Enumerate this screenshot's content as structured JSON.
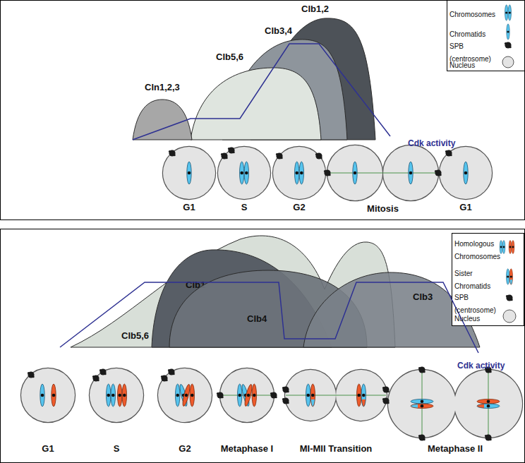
{
  "diagram": {
    "nodes": [
      {
        "text": [
          "Cln1,2,3"
        ]
      },
      {
        "text": [
          "Clb5,6"
        ]
      },
      {
        "text": [
          "Clb3,4"
        ]
      },
      {
        "text": [
          "Clb1,2"
        ]
      },
      {
        "text": [
          "G1"
        ]
      },
      {
        "text": [
          "S"
        ]
      },
      {
        "text": [
          "G2"
        ]
      },
      {
        "text": [
          "Mitosis"
        ]
      },
      {
        "text": [
          "G1"
        ]
      },
      {
        "text": [
          "Clb5,6"
        ]
      },
      {
        "text": [
          "Clb1"
        ]
      },
      {
        "text": [
          "Clb4"
        ]
      },
      {
        "text": [
          "Clb3"
        ]
      },
      {
        "text": [
          "G1"
        ]
      },
      {
        "text": [
          "S"
        ]
      },
      {
        "text": [
          "G2"
        ]
      },
      {
        "text": [
          "Metaphase I"
        ]
      },
      {
        "text": [
          "MI-MII Transition"
        ]
      },
      {
        "text": [
          "Metaphase II"
        ]
      }
    ],
    "labels": [
      "Cdk activity",
      "Cdk activity"
    ],
    "legend": [
      {
        "text": "Chromosomes"
      },
      {
        "text": "Chromatids"
      },
      {
        "text": "SPB (centrosome)"
      },
      {
        "text": "Nucleus"
      },
      {
        "text": "Homologous Chromosomes"
      },
      {
        "text": "Sister Chromatids"
      },
      {
        "text": "SPB (centrosome)"
      },
      {
        "text": "Nucleus"
      }
    ]
  }
}
